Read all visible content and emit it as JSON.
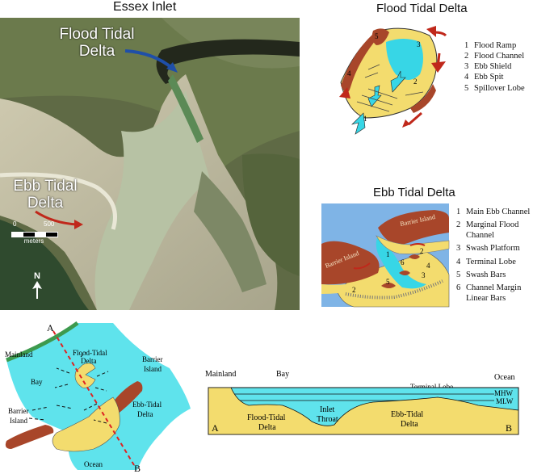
{
  "photo": {
    "title": "Essex Inlet",
    "flood_label_line1": "Flood Tidal",
    "flood_label_line2": "Delta",
    "ebb_label_line1": "Ebb Tidal",
    "ebb_label_line2": "Delta",
    "scale_zero": "0",
    "scale_max": "500",
    "scale_unit": "meters",
    "north": "N"
  },
  "flood_delta": {
    "title": "Flood Tidal Delta",
    "legend": [
      {
        "num": "1",
        "label": "Flood Ramp"
      },
      {
        "num": "2",
        "label": "Flood Channel"
      },
      {
        "num": "3",
        "label": "Ebb Shield"
      },
      {
        "num": "4",
        "label": "Ebb Spit"
      },
      {
        "num": "5",
        "label": "Spillover Lobe"
      }
    ],
    "diagram_numbers": [
      "5",
      "3",
      "4",
      "2",
      "1"
    ]
  },
  "ebb_delta": {
    "title": "Ebb Tidal Delta",
    "legend": [
      {
        "num": "1",
        "label": "Main Ebb Channel"
      },
      {
        "num": "2",
        "label": "Marginal Flood Channel"
      },
      {
        "num": "3",
        "label": "Swash Platform"
      },
      {
        "num": "4",
        "label": "Terminal Lobe"
      },
      {
        "num": "5",
        "label": "Swash Bars"
      },
      {
        "num": "6",
        "label": "Channel Margin Linear Bars"
      }
    ],
    "island_label_1": "Barrier Island",
    "island_label_2": "Barrier Island",
    "diagram_numbers": [
      "1",
      "2",
      "2",
      "3",
      "4",
      "5",
      "6"
    ]
  },
  "map": {
    "point_a": "A",
    "point_b": "B",
    "mainland": "Mainland",
    "flood_tidal_line1": "Flood-Tidal",
    "flood_tidal_line2": "Delta",
    "barrier_right_line1": "Barrier",
    "barrier_right_line2": "Island",
    "bay": "Bay",
    "barrier_left_line1": "Barrier",
    "barrier_left_line2": "Island",
    "ebb_tidal_line1": "Ebb-Tidal",
    "ebb_tidal_line2": "Delta",
    "ocean": "Ocean"
  },
  "cross_section": {
    "mainland": "Mainland",
    "bay": "Bay",
    "ocean": "Ocean",
    "terminal_lobe": "Terminal Lobe",
    "mhw": "MHW",
    "mlw": "MLW",
    "flood_line1": "Flood-Tidal",
    "flood_line2": "Delta",
    "inlet_line1": "Inlet",
    "inlet_line2": "Throat",
    "ebb_line1": "Ebb-Tidal",
    "ebb_line2": "Delta",
    "point_a": "A",
    "point_b": "B"
  },
  "colors": {
    "sand": "#f3dc6e",
    "water": "#5fe3ec",
    "island": "#a8462a",
    "cyan": "#37d6e6",
    "blue": "#7fb4e6",
    "coast_green": "#3d9a4e",
    "section_red": "#dd2222"
  }
}
